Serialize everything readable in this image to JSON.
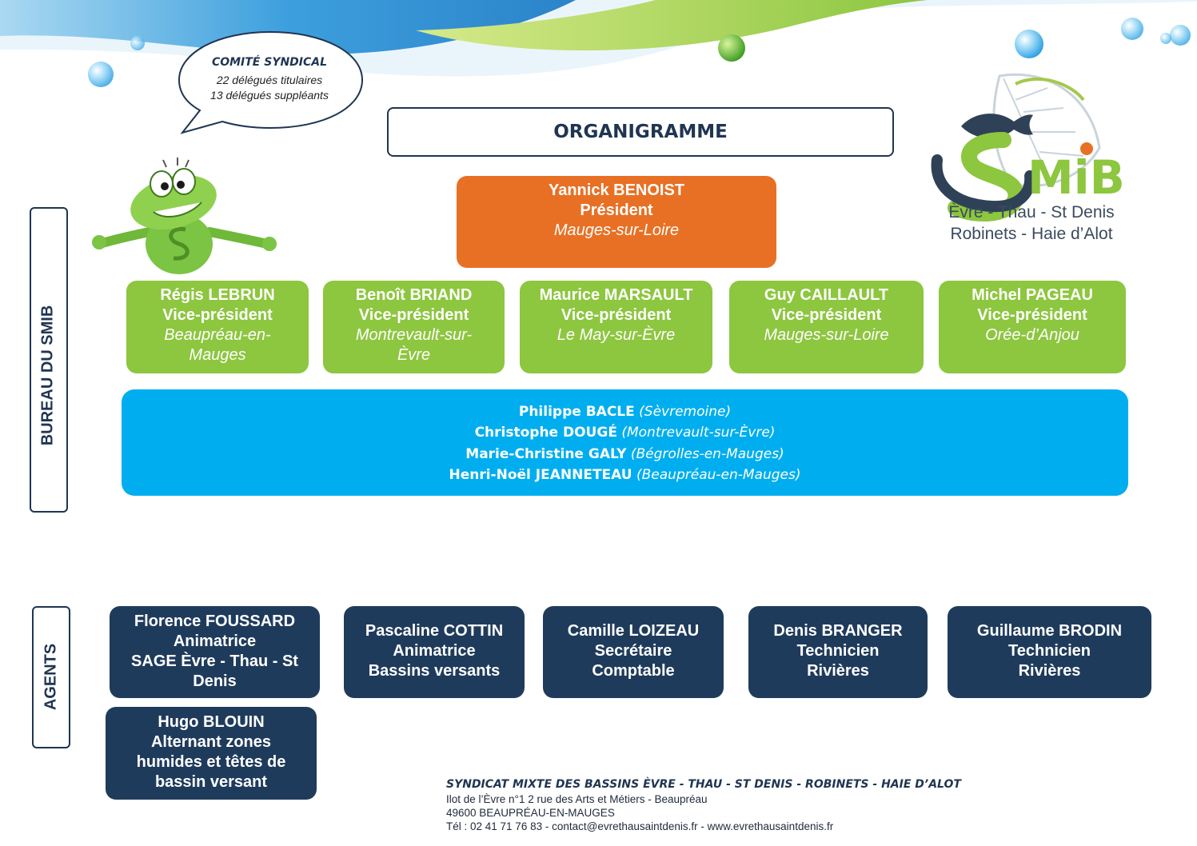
{
  "title": "ORGANIGRAMME",
  "comite": {
    "title": "COMITÉ SYNDICAL",
    "line1": "22 délégués titulaires",
    "line2": "13 délégués suppléants"
  },
  "logo": {
    "name": "SMiB",
    "caption1": "Èvre - Thau - St Denis",
    "caption2": "Robinets - Haie d’Alot"
  },
  "side_labels": {
    "bureau": "BUREAU DU SMIB",
    "agents": "AGENTS"
  },
  "president": {
    "name": "Yannick BENOIST",
    "role": "Président",
    "commune": "Mauges-sur-Loire"
  },
  "vice_presidents": [
    {
      "name": "Régis LEBRUN",
      "role": "Vice-président",
      "commune": "Beaupréau-en-Mauges"
    },
    {
      "name": "Benoît BRIAND",
      "role": "Vice-président",
      "commune": "Montrevault-sur-Èvre"
    },
    {
      "name": "Maurice MARSAULT",
      "role": "Vice-président",
      "commune": "Le May-sur-Èvre"
    },
    {
      "name": "Guy CAILLAULT",
      "role": "Vice-président",
      "commune": "Mauges-sur-Loire"
    },
    {
      "name": "Michel PAGEAU",
      "role": "Vice-président",
      "commune": "Orée-d’Anjou"
    }
  ],
  "members": [
    {
      "name": "Philippe BACLE",
      "commune": "(Sèvremoine)"
    },
    {
      "name": "Christophe DOUGÉ",
      "commune": "(Montrevault-sur-Èvre)"
    },
    {
      "name": "Marie-Christine GALY",
      "commune": "(Bégrolles-en-Mauges)"
    },
    {
      "name": "Henri-Noël JEANNETEAU",
      "commune": "(Beaupréau-en-Mauges)"
    }
  ],
  "agents": [
    {
      "name": "Florence FOUSSARD",
      "role": "Animatrice",
      "detail": "SAGE Èvre - Thau - St Denis"
    },
    {
      "name": "Pascaline COTTIN",
      "role": "Animatrice",
      "detail": "Bassins versants"
    },
    {
      "name": "Camille LOIZEAU",
      "role": "Secrétaire",
      "detail": "Comptable"
    },
    {
      "name": "Denis BRANGER",
      "role": "Technicien",
      "detail": "Rivières"
    },
    {
      "name": "Guillaume BRODIN",
      "role": "Technicien",
      "detail": "Rivières"
    },
    {
      "name": "Hugo BLOUIN",
      "role": "Alternant zones humides et têtes de bassin versant",
      "detail": ""
    }
  ],
  "footer": {
    "org": "SYNDICAT MIXTE DES BASSINS ÈVRE - THAU - ST DENIS - ROBINETS - HAIE D’ALOT",
    "address": "Ilot de l’Èvre n°1 2 rue des Arts et Métiers - Beaupréau",
    "city": "49600 BEAUPRÉAU-EN-MAUGES",
    "contact": "Tél : 02 41 71 76 83 - contact@evrethausaintdenis.fr - www.evrethausaintdenis.fr"
  },
  "colors": {
    "navy": "#1f3b5c",
    "orange": "#e87024",
    "green": "#8dc63f",
    "blue": "#00aeef"
  },
  "icons": [
    "frog-mascot-icon",
    "smib-logo-icon",
    "bubble-decoration-icon"
  ]
}
